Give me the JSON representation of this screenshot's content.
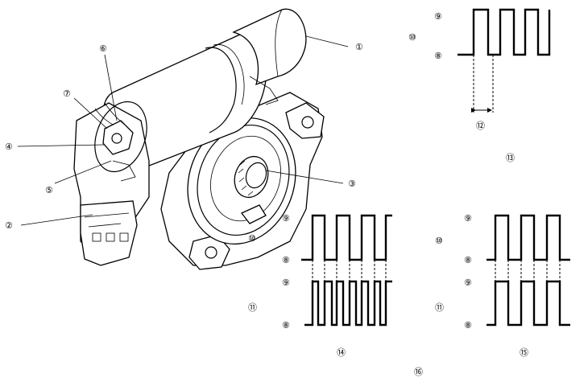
{
  "callouts": {
    "c1": "①",
    "c2": "②",
    "c3": "③",
    "c4": "④",
    "c5": "⑤",
    "c6": "⑥",
    "c7": "⑦",
    "c8": "⑧",
    "c9": "⑨",
    "c10": "⑩",
    "c11": "⑪",
    "c12": "⑫",
    "c13": "⑬",
    "c14": "⑭",
    "c15": "⑮",
    "c16": "⑯"
  }
}
